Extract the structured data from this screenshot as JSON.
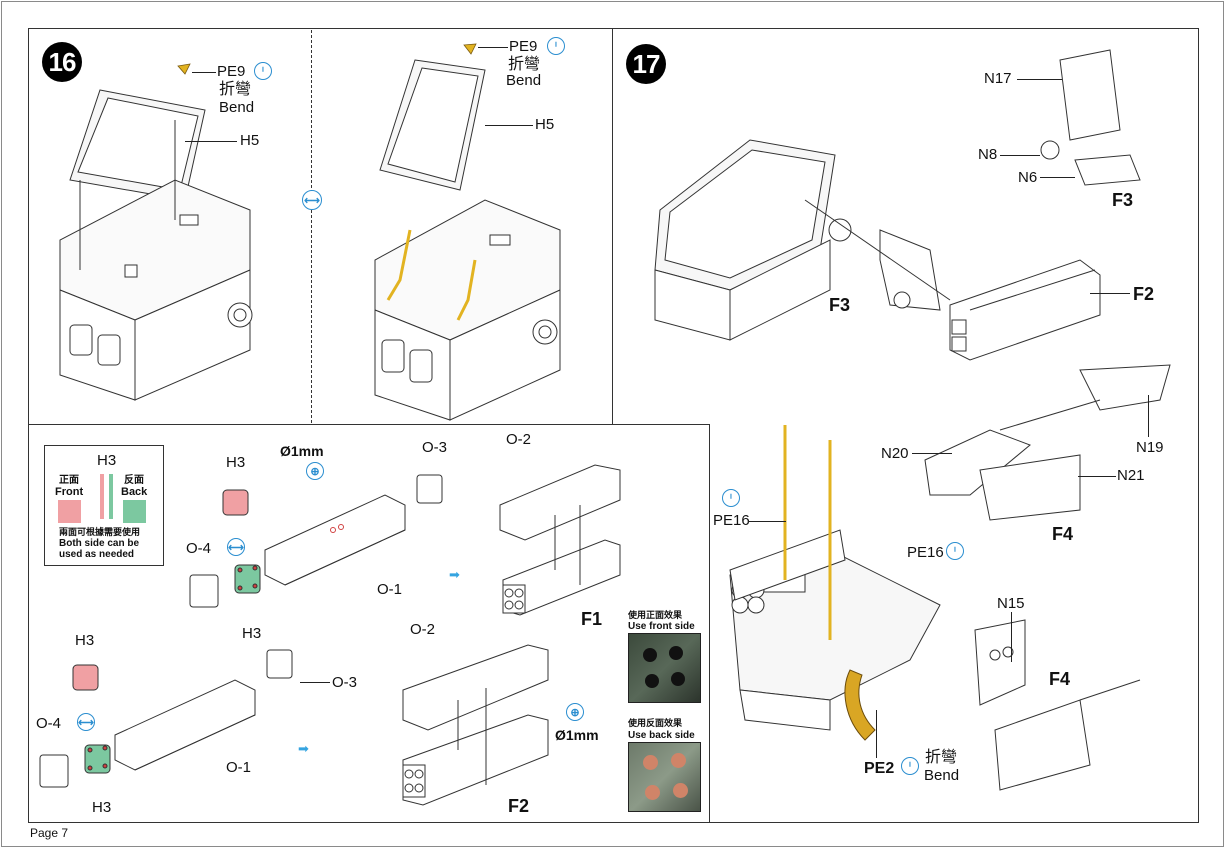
{
  "page": {
    "page_number_label": "Page 7"
  },
  "colors": {
    "instruction_blue": "#2b8ed0",
    "photo_etch_gold": "#e2b321",
    "h3_front_pink": "#f0a0a3",
    "h3_back_green": "#7cc8a0",
    "arrow_blue": "#35a4e0"
  },
  "step16": {
    "number": "16",
    "left_view": {
      "pe_label": "PE9",
      "pe_icon": "bend-tool-icon",
      "bend_cn": "折彎",
      "bend_en": "Bend",
      "part_label": "H5"
    },
    "right_view": {
      "pe_label": "PE9",
      "pe_icon": "bend-tool-icon",
      "bend_cn": "折彎",
      "bend_en": "Bend",
      "part_label": "H5"
    },
    "option_icon": "choose-option-icon"
  },
  "step17": {
    "number": "17",
    "subassembly_f3": {
      "parts": [
        "N17",
        "N8",
        "N6"
      ],
      "label": "F3"
    },
    "main_labels": {
      "f3": "F3",
      "f2": "F2",
      "f4_top": "F4",
      "f4_bottom": "F4",
      "n19": "N19",
      "n20": "N20",
      "n21": "N21",
      "n15": "N15",
      "pe16_left": "PE16",
      "pe16_right": "PE16",
      "pe2": "PE2",
      "bend_cn": "折彎",
      "bend_en": "Bend"
    }
  },
  "legend": {
    "title": "H3",
    "front_cn": "正面",
    "front_en": "Front",
    "back_cn": "反面",
    "back_en": "Back",
    "note_cn": "兩面可根據需要使用",
    "note_en_1": "Both side can be",
    "note_en_2": "used as needed"
  },
  "subassembly_f1": {
    "h3_top": "H3",
    "drill_label": "Ø1mm",
    "o3": "O-3",
    "o4": "O-4",
    "o1": "O-1",
    "h3_bottom": "H3",
    "o2": "O-2",
    "result": "F1"
  },
  "subassembly_f2": {
    "h3_top": "H3",
    "o3": "O-3",
    "o4": "O-4",
    "o1": "O-1",
    "h3_bottom": "H3",
    "o2": "O-2",
    "drill_label": "Ø1mm",
    "result": "F2"
  },
  "photos": {
    "front": {
      "caption_cn": "使用正面效果",
      "caption_en": "Use front side"
    },
    "back": {
      "caption_cn": "使用反面效果",
      "caption_en": "Use back side"
    }
  }
}
